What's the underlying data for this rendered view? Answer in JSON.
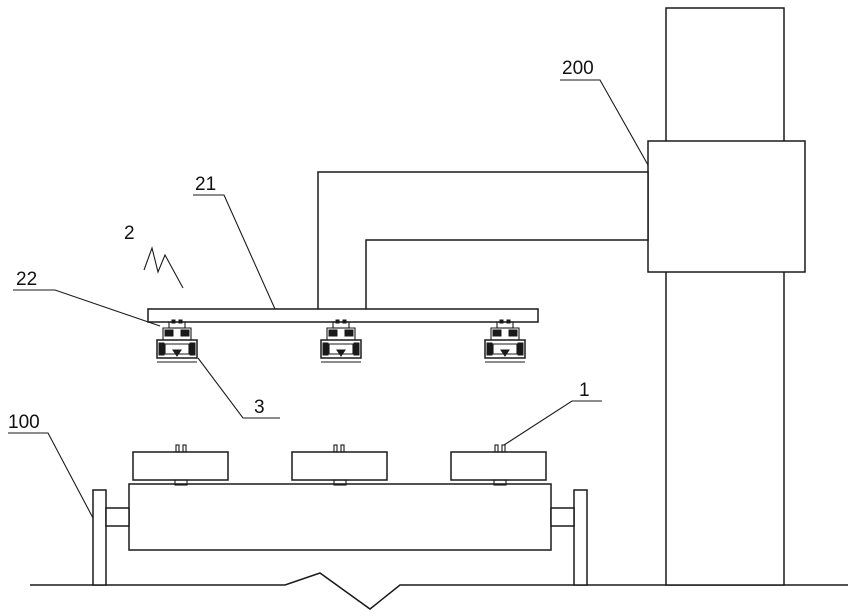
{
  "labels": {
    "tower": "200",
    "arm": "21",
    "gripper_assembly": "2",
    "plate": "22",
    "clamp": "3",
    "workpiece": "1",
    "conveyor": "100"
  }
}
